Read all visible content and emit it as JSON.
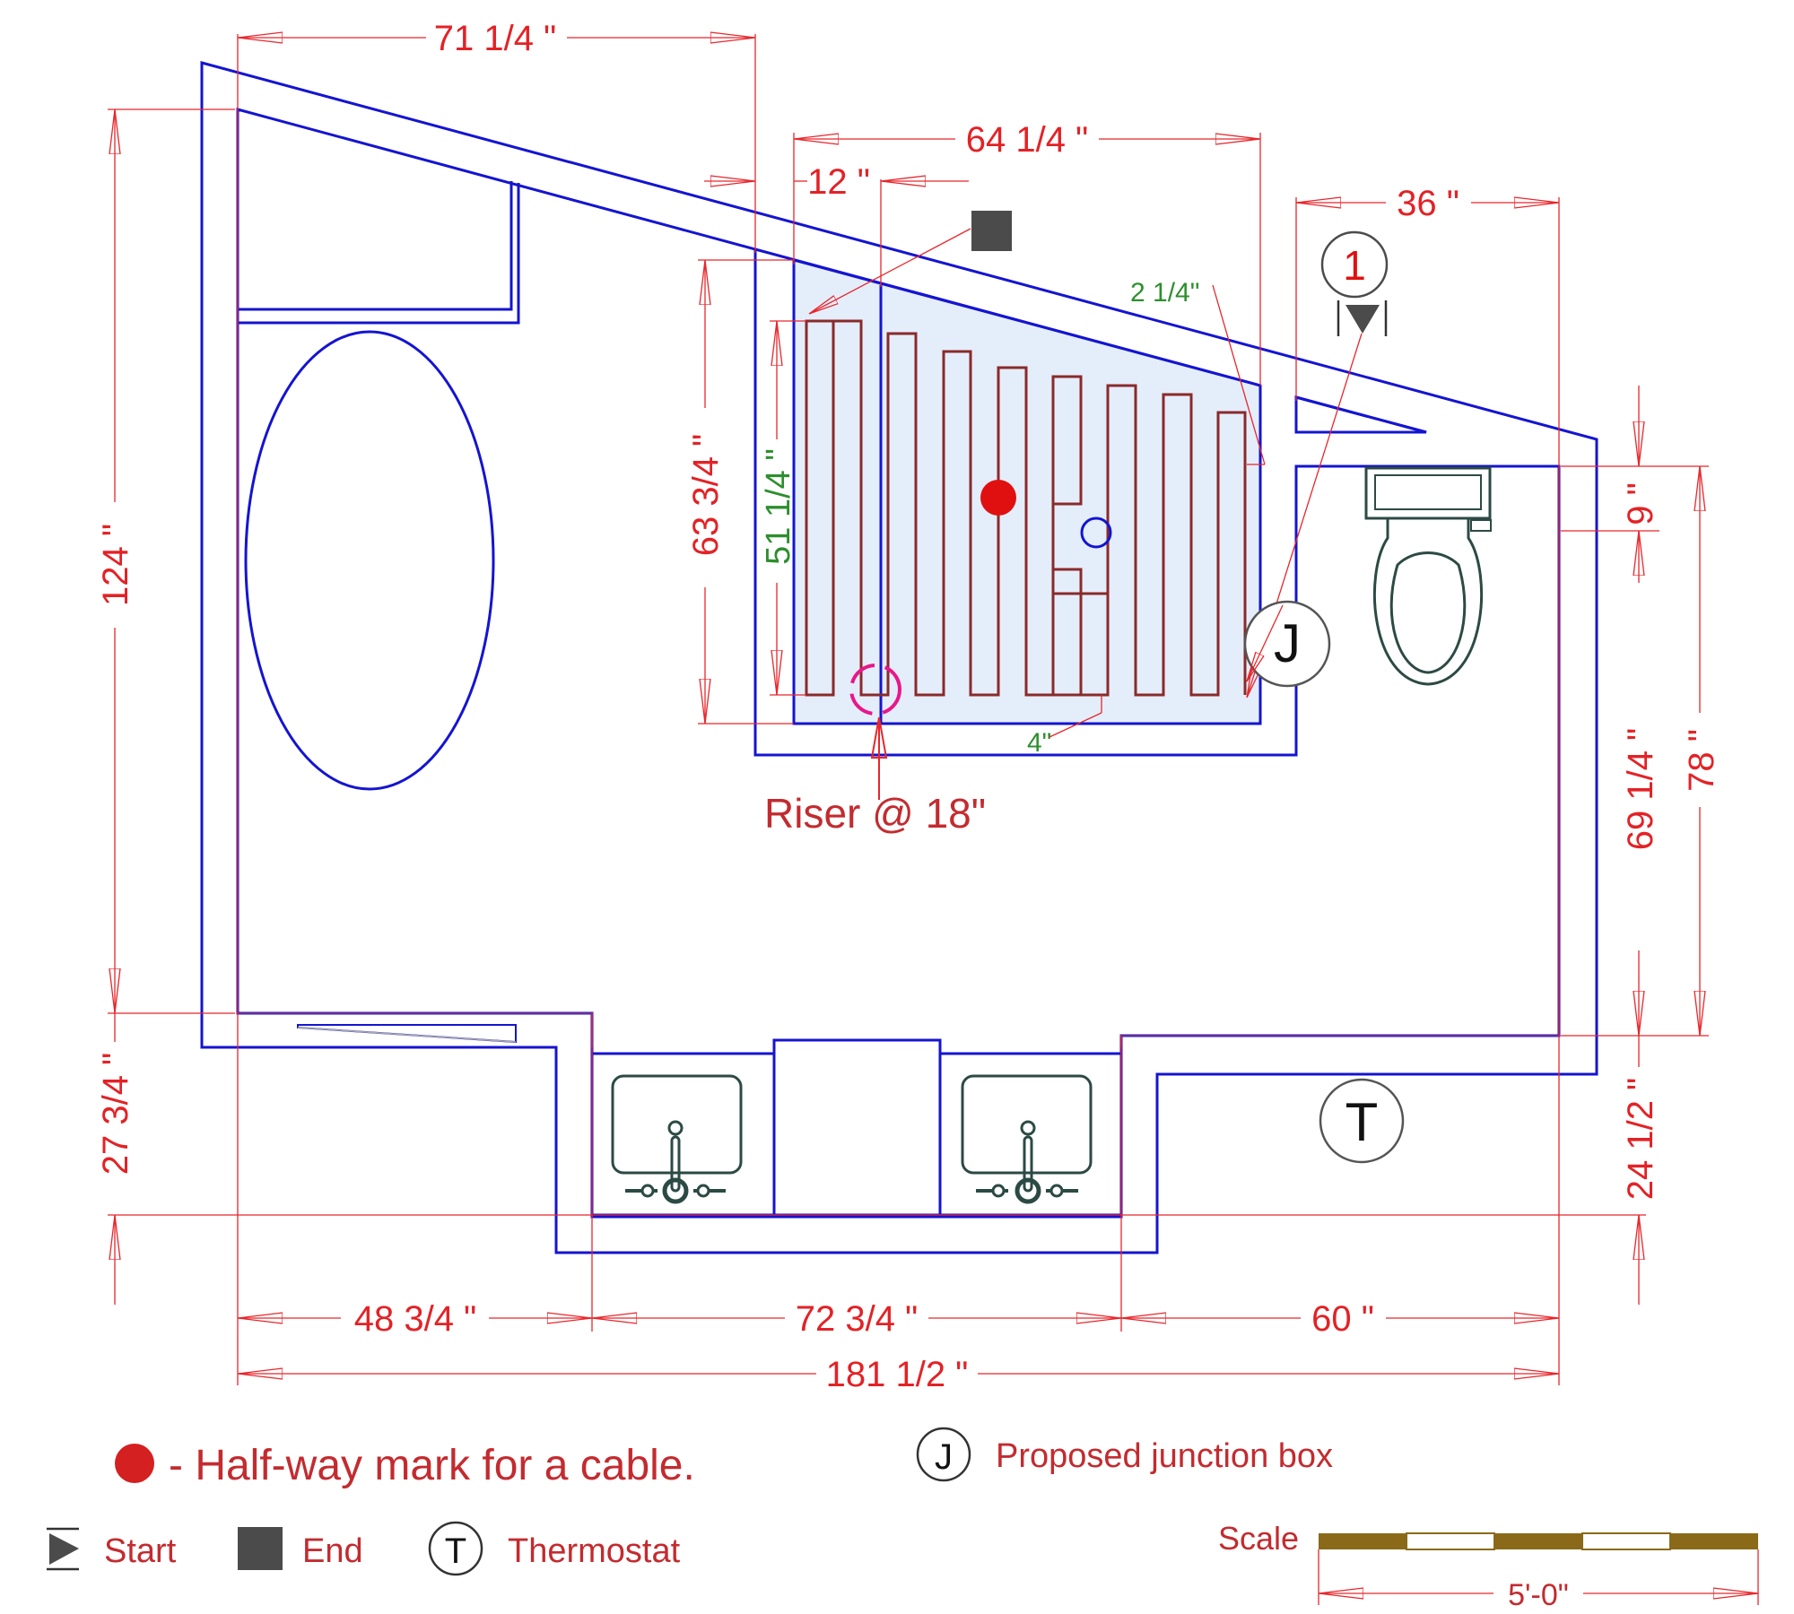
{
  "dimensions": {
    "top_left": "71 1/4 \"",
    "shower_width": "64 1/4 \"",
    "offset_12": "12 \"",
    "toilet_area": "36 \"",
    "left_height": "124 \"",
    "left_bottom": "27 3/4 \"",
    "shower_height": "63 3/4 \"",
    "cable_height": "51 1/4 \"",
    "right_9": "9 \"",
    "right_69": "69 1/4 \"",
    "right_78": "78 \"",
    "right_24": "24 1/2 \"",
    "bottom_48": "48 3/4 \"",
    "bottom_72": "72 3/4 \"",
    "bottom_60": "60 \"",
    "bottom_total": "181 1/2 \"",
    "spacing_2_1_4": "2 1/4\"",
    "spacing_4": "4\""
  },
  "labels": {
    "riser": "Riser @ 18\"",
    "callout_number": "1",
    "junction_letter": "J",
    "thermostat_letter": "T"
  },
  "legend": {
    "halfway": "- Half-way mark for a cable.",
    "junction": "Proposed junction box",
    "start": "Start",
    "end": "End",
    "thermostat": "Thermostat",
    "scale_label": "Scale",
    "scale_value": "5'-0\""
  },
  "colors": {
    "wall": "#1414d2",
    "dimension": "#e8262b",
    "cable": "#8a2a2a",
    "shower_fill": "#e4eefb",
    "halfway_dot": "#e01010",
    "riser_circle": "#e8178a"
  }
}
